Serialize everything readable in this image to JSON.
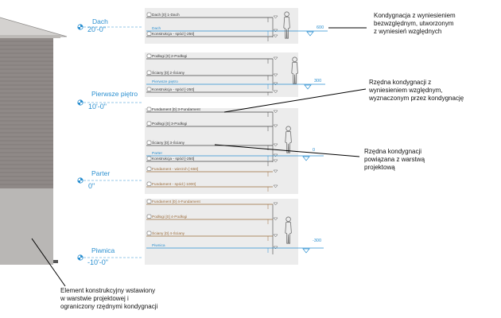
{
  "levels": [
    {
      "name": "Dach",
      "elevation": "20'-0\""
    },
    {
      "name": "Pierwsze piętro",
      "elevation": "10'-0\""
    },
    {
      "name": "Parter",
      "elevation": "0\""
    },
    {
      "name": "Piwnica",
      "elevation": "-10'-0\""
    }
  ],
  "panels": [
    {
      "rows": [
        {
          "label": "Dach [0] 1-Dach",
          "style": "dark"
        },
        {
          "label": "Dach",
          "style": "blue"
        },
        {
          "label": "Konstrukcja - spód [-250]",
          "style": "dark"
        }
      ],
      "value": "600"
    },
    {
      "rows": [
        {
          "label": "Podłogi [0] 2-Podłogi",
          "style": "dark"
        },
        {
          "label": "Ściany [0] 2-Ściany",
          "style": "dark"
        },
        {
          "label": "Pierwsze piętro",
          "style": "blue"
        },
        {
          "label": "Konstrukcja - spód [-250]",
          "style": "dark"
        }
      ],
      "value": "300"
    },
    {
      "rows": [
        {
          "label": "Fundament [0] 3-Fundament",
          "style": "dark"
        },
        {
          "label": "Podłogi [0] 3-Podłogi",
          "style": "dark"
        },
        {
          "label": "Ściany [0] 3-Ściany",
          "style": "dark"
        },
        {
          "label": "Parter",
          "style": "blue"
        },
        {
          "label": "Konstrukcja - spód [-250]",
          "style": "dark"
        },
        {
          "label": "Fundament - wierzch [-650]",
          "style": "brown"
        },
        {
          "label": "Fundament - spód [-1000]",
          "style": "brown"
        }
      ],
      "value": "0"
    },
    {
      "rows": [
        {
          "label": "Fundament [0] 4-Fundament",
          "style": "brown"
        },
        {
          "label": "Podłogi [0] 4-Podłogi",
          "style": "brown"
        },
        {
          "label": "Ściany [0] 4-Ściany",
          "style": "brown"
        },
        {
          "label": "Piwnica",
          "style": "blue"
        }
      ],
      "value": "-300"
    }
  ],
  "callouts": [
    {
      "lines": [
        "Kondygnacja z wyniesieniem",
        "bezwzględnym, utworzonym",
        "z wyniesień względnych"
      ]
    },
    {
      "lines": [
        "Rzędna kondygnacji z",
        "wyniesieniem względnym,",
        "wyznaczonym przez kondygnację"
      ]
    },
    {
      "lines": [
        "Rzędna kondygnacji",
        "powiązana z warstwą",
        "projektową"
      ]
    },
    {
      "lines": [
        "Element konstrukcyjny wstawiony",
        "w warstwie projektowej i",
        "ograniczony rzędnymi kondygnacji"
      ]
    }
  ],
  "colors": {
    "level_blue": "#2a8fd0",
    "foundation_brown": "#9a6b3a",
    "panel_bg": "#ececec",
    "siding": "#8f8987",
    "concrete": "#b9b7b5",
    "roof": "#cfcdcb"
  }
}
